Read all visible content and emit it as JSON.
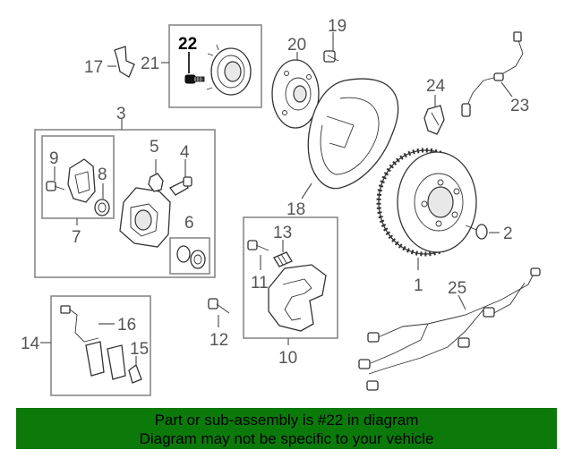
{
  "callouts": {
    "c1": "1",
    "c2": "2",
    "c3": "3",
    "c4": "4",
    "c5": "5",
    "c6": "6",
    "c7": "7",
    "c8": "8",
    "c9": "9",
    "c10": "10",
    "c11": "11",
    "c12": "12",
    "c13": "13",
    "c14": "14",
    "c15": "15",
    "c16": "16",
    "c17": "17",
    "c18": "18",
    "c19": "19",
    "c20": "20",
    "c21": "21",
    "c22": "22",
    "c23": "23",
    "c24": "24",
    "c25": "25"
  },
  "highlighted_part": "22",
  "banner": {
    "line1": "Part or sub-assembly is #22 in diagram",
    "line2": "Diagram may not be specific to your vehicle",
    "color": "#0b7a0b"
  }
}
